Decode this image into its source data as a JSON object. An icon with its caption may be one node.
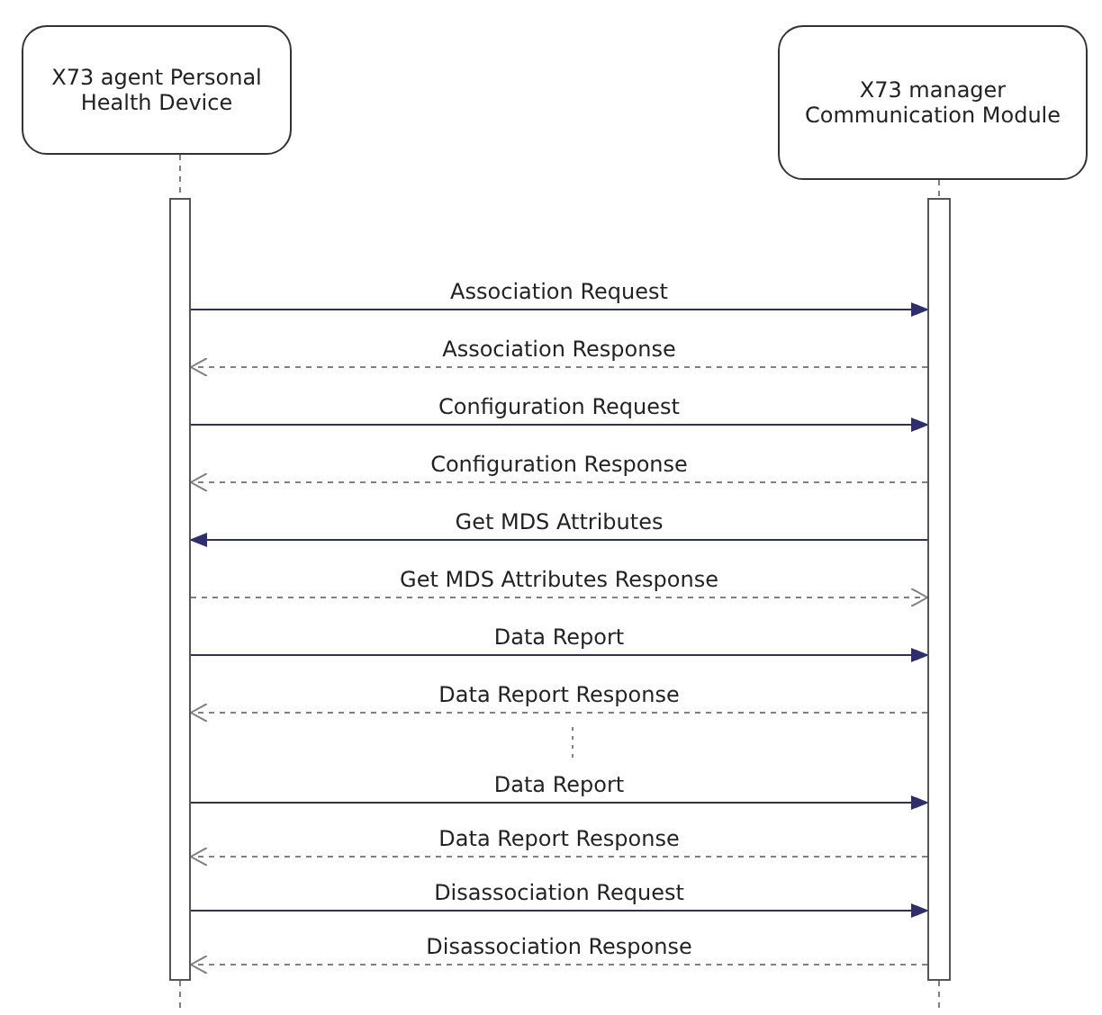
{
  "diagram": {
    "nodes": [
      {
        "text": [
          "X73 agent Personal Health Device"
        ]
      },
      {
        "text": [
          "X73 manager Communication Module"
        ]
      },
      {
        "text": [],
        "shape": "bar"
      },
      {
        "text": [],
        "shape": "bar"
      }
    ],
    "edges": [
      {
        "from": 0,
        "to": 2,
        "arrow": "none",
        "style": "dashed",
        "color": "#808080"
      },
      {
        "from": 1,
        "to": 3,
        "arrow": "none",
        "style": "dashed",
        "color": "#808080"
      },
      {
        "from": 2,
        "to": 3,
        "arrow": "to",
        "label": "Association Request"
      },
      {
        "from": 3,
        "to": 2,
        "arrow": "to",
        "label": "Association Response",
        "style": "dashed",
        "color": "#808080"
      },
      {
        "from": 2,
        "to": 3,
        "arrow": "to",
        "label": "Configuration Request"
      },
      {
        "from": 3,
        "to": 2,
        "arrow": "to",
        "label": "Configuration Response",
        "style": "dashed",
        "color": "#808080"
      },
      {
        "from": 3,
        "to": 2,
        "arrow": "to",
        "label": "Get MDS Attributes"
      },
      {
        "from": 2,
        "to": 3,
        "arrow": "to",
        "label": "Get MDS Attributes Response",
        "style": "dashed",
        "color": "#808080"
      },
      {
        "from": 2,
        "to": 3,
        "arrow": "to",
        "label": "Data Report"
      },
      {
        "from": 3,
        "to": 2,
        "arrow": "to",
        "label": "Data Report Response",
        "style": "dashed",
        "color": "#808080"
      },
      {
        "from": 2,
        "to": 3,
        "arrow": "to",
        "label": "Data Report"
      },
      {
        "from": 3,
        "to": 2,
        "arrow": "to",
        "label": "Data Report Response",
        "style": "dashed",
        "color": "#808080"
      },
      {
        "from": 2,
        "to": 3,
        "arrow": "to",
        "label": "Disassociation Request"
      },
      {
        "from": 3,
        "to": 2,
        "arrow": "to",
        "label": "Disassociation Response",
        "style": "dashed",
        "color": "#808080"
      },
      {
        "from": 2,
        "to": null,
        "arrow": "none",
        "style": "dashed",
        "color": "#808080"
      },
      {
        "from": 3,
        "to": null,
        "arrow": "none",
        "style": "dashed",
        "color": "#808080"
      }
    ]
  }
}
